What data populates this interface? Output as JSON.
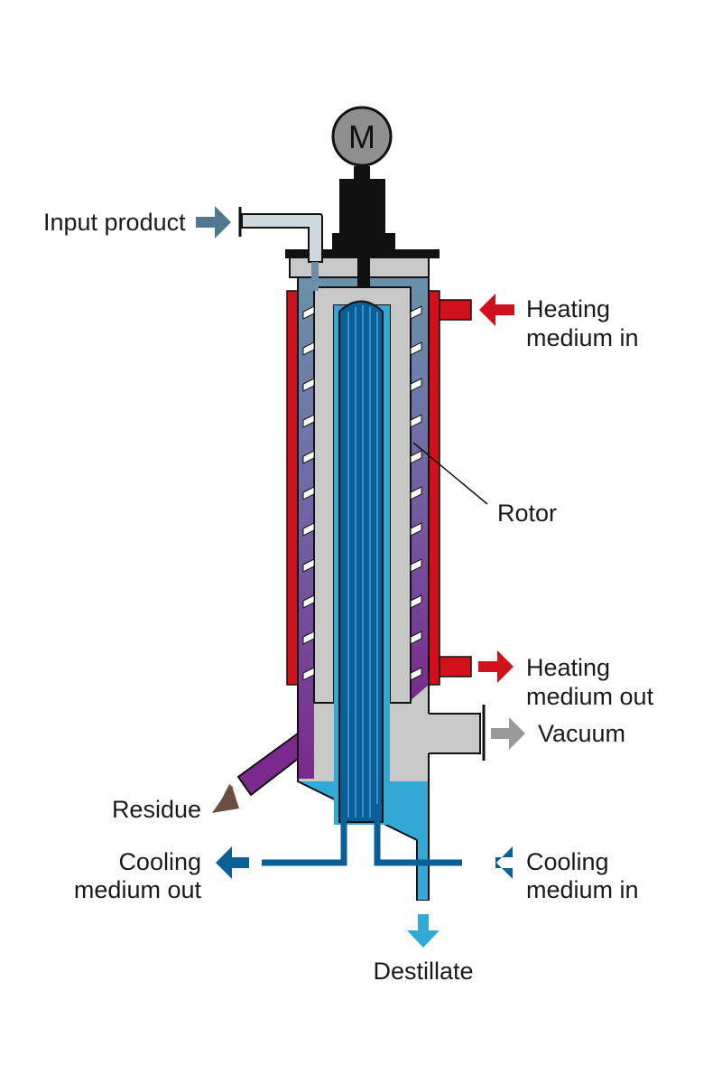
{
  "motor": {
    "letter": "M"
  },
  "labels": {
    "input_product": "Input product",
    "heating_in_1": "Heating",
    "heating_in_2": "medium in",
    "rotor": "Rotor",
    "heating_out_1": "Heating",
    "heating_out_2": "medium out",
    "vacuum": "Vacuum",
    "residue": "Residue",
    "cooling_out_1": "Cooling",
    "cooling_out_2": "medium out",
    "cooling_in_1": "Cooling",
    "cooling_in_2": "medium in",
    "destillate": "Destillate"
  },
  "colors": {
    "heating": "#d0111b",
    "cooling": "#0a5f96",
    "distillate": "#33a9d6",
    "residue": "#7a2a8c",
    "residue_arrow": "#6b4e42",
    "vacuum_arrow": "#9a9a9a",
    "input_arrow": "#4f7890",
    "vessel_gray": "#c8c8c8",
    "motor_gray": "#8f8f8f"
  }
}
